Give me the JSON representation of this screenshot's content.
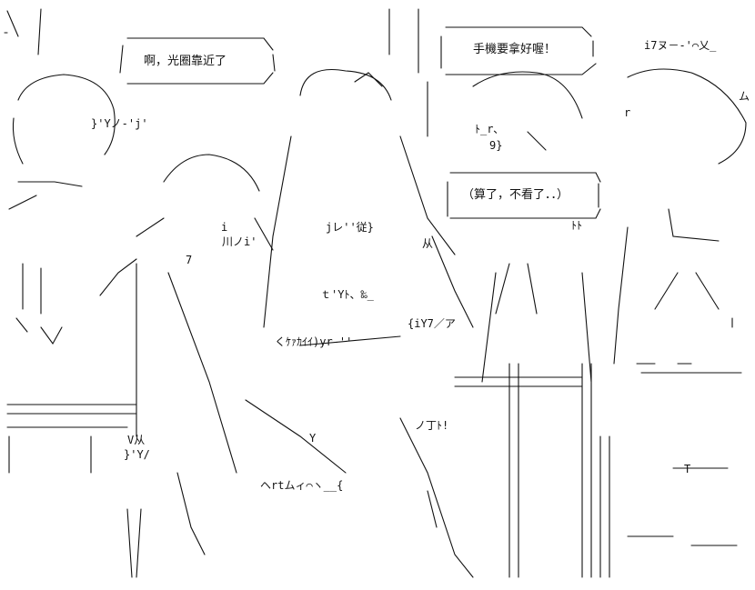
{
  "speech_bubbles": {
    "left": "啊，光圈靠近了",
    "top_right": "手機要拿好喔！",
    "middle": "（算了，不看了．．）"
  },
  "annotations": {
    "tag_i7": "i7ヌ－‐'⌒乂_",
    "tag_jl": "jレ''従}",
    "tag_kana": "くｹｧｶｲｲ)yr‐''",
    "tag_ys": "ｔ'Yﾄ、‰_",
    "tag_iy7": "{iY7／ア",
    "tag_jjj": "川ノi'",
    "tag_rt": "ヘrtムィ⌒ヽ__{",
    "tag_t7": "ノ丁ﾄ!",
    "tag_yv": "}'Y/",
    "tag_9": "9}",
    "tag_tr": "ﾄ_r､",
    "tag_yno": "}'Yノ-'j'",
    "tag_vj": "V从",
    "tag_tt": "ﾄﾄ",
    "tag_hatsu": "从",
    "tag_7": "7",
    "tag_mu": "ム",
    "tag_t": "T",
    "tag_i": "i",
    "tag_r": "r",
    "tag_y": "Y"
  },
  "colors": {
    "ink": "#111111",
    "background": "#ffffff"
  }
}
